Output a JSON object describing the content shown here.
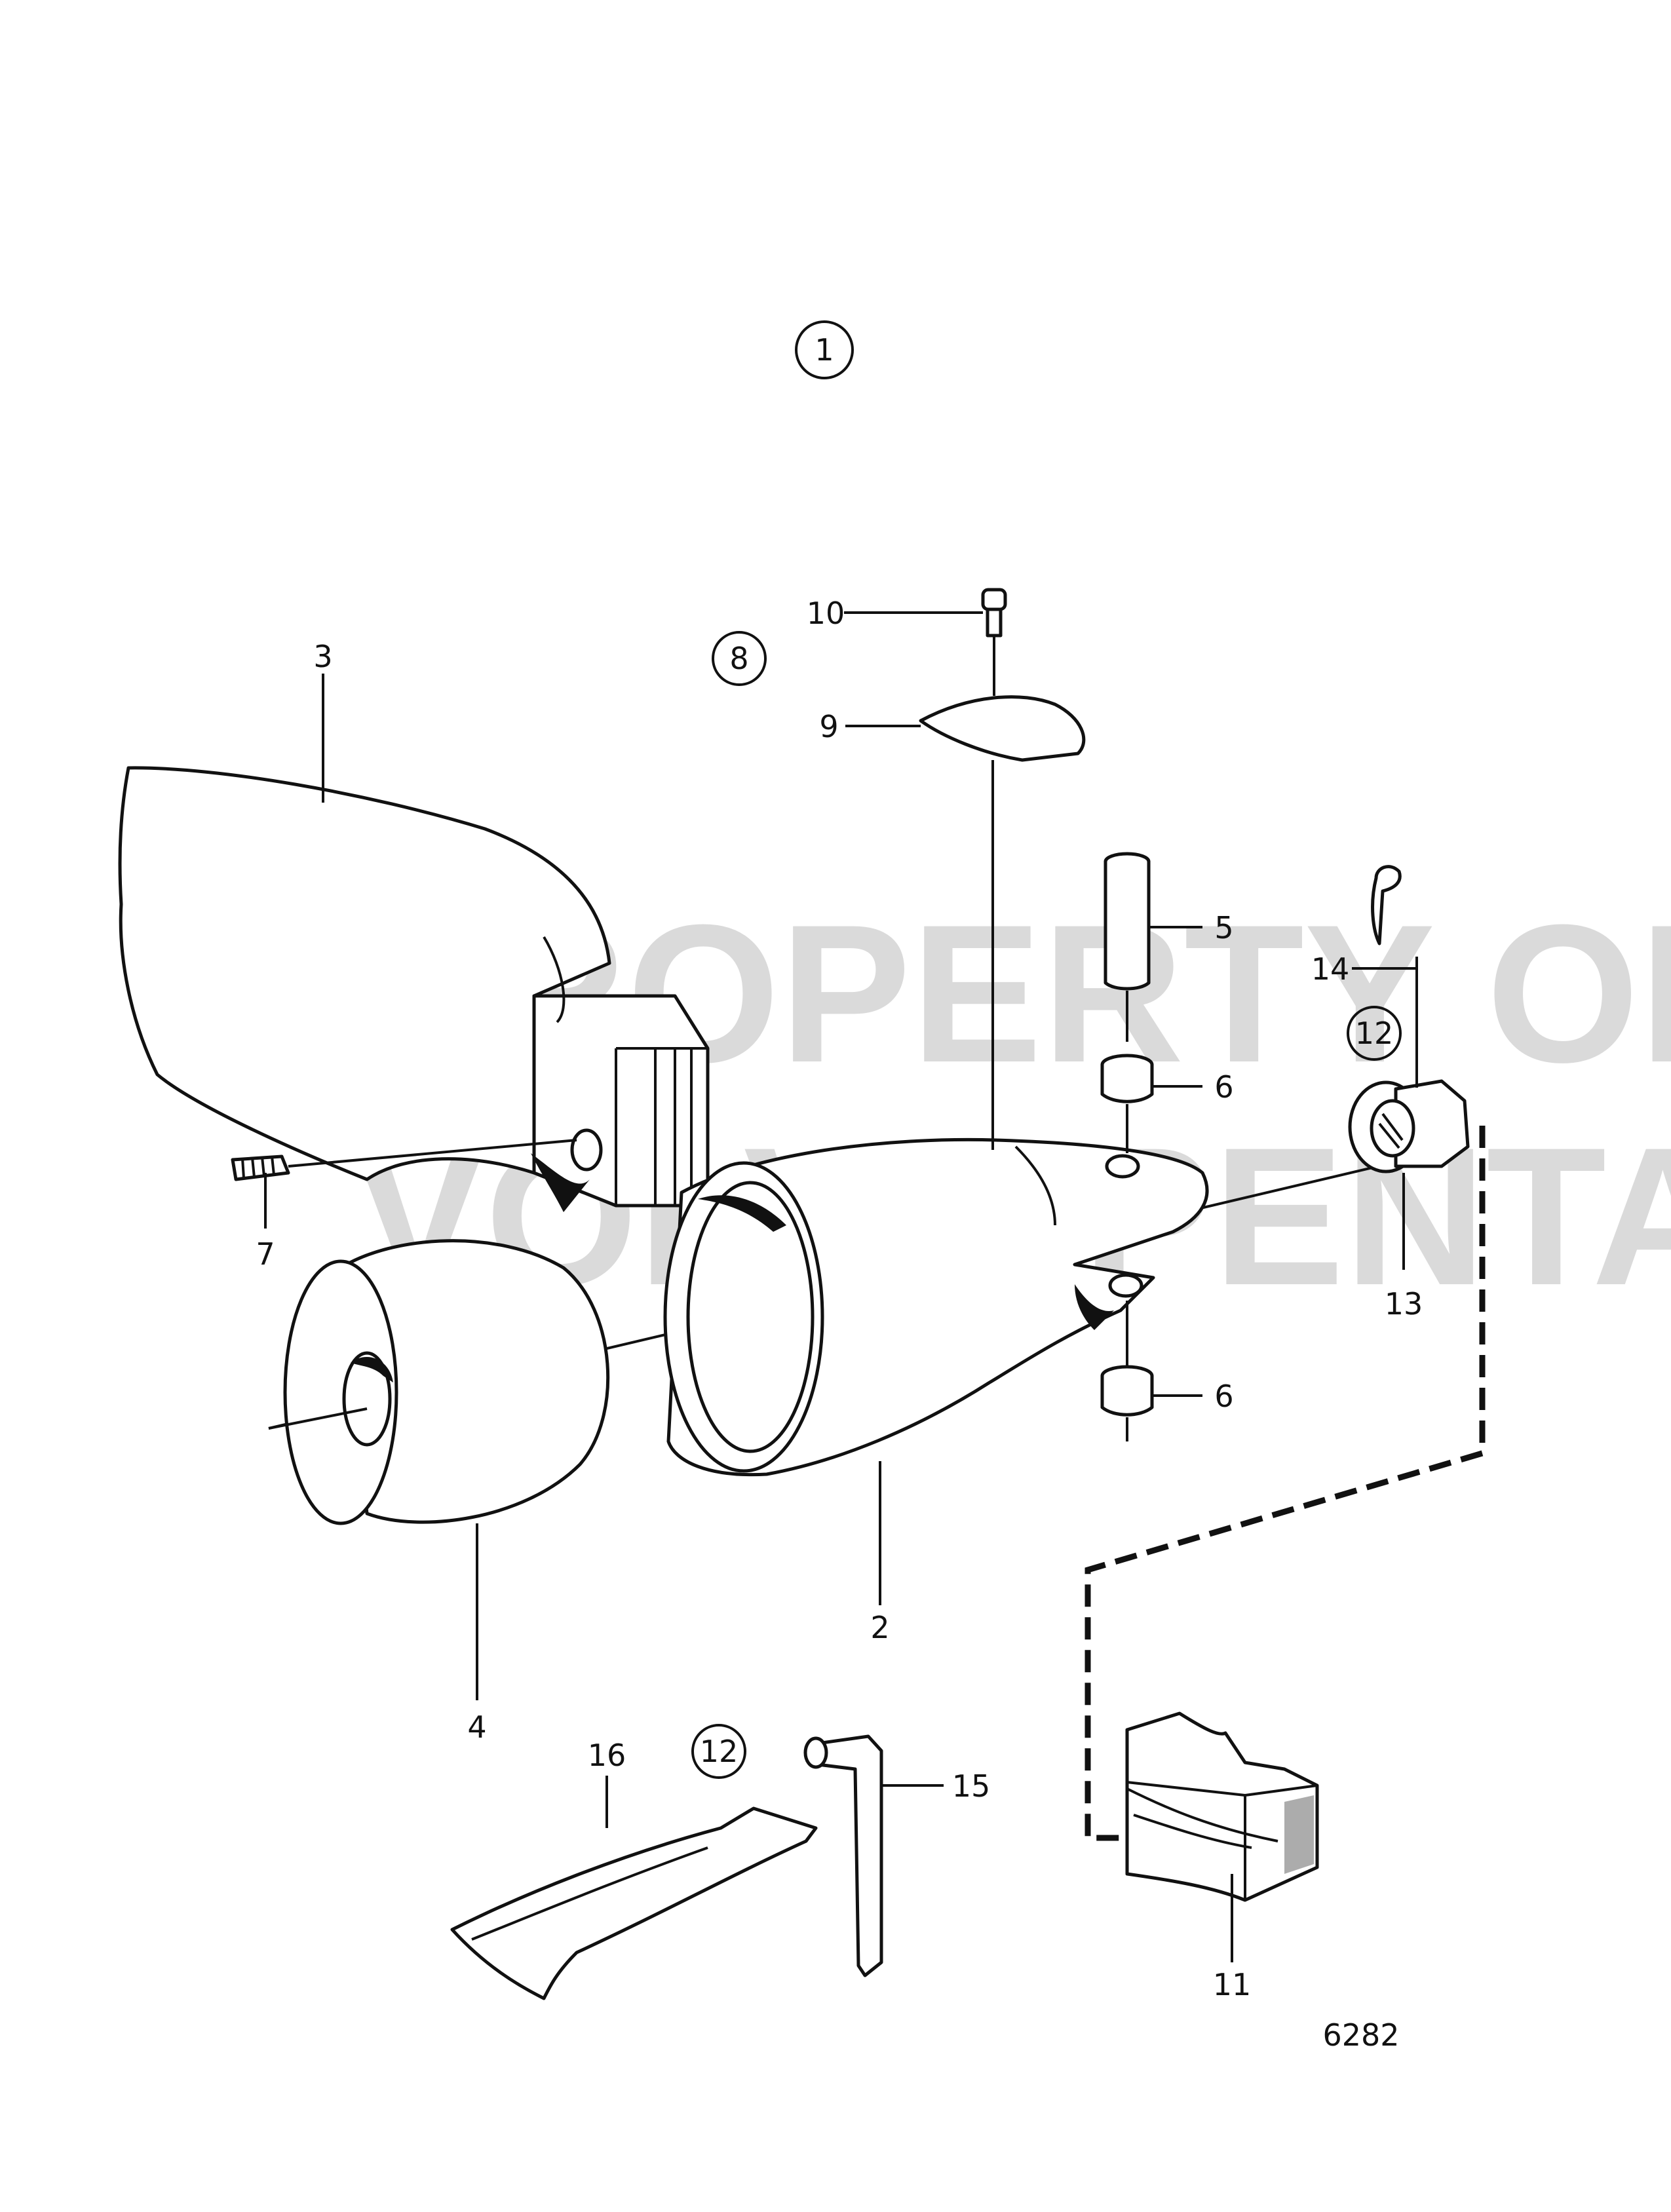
{
  "watermark": {
    "line1": "PROPERTY OF",
    "line2": "VOLVO PENTA"
  },
  "drawing_number": "6282",
  "callouts": {
    "assembly": "1",
    "group_8": "8",
    "group_12_upper": "12",
    "group_12_lower": "12",
    "part_2": "2",
    "part_3": "3",
    "part_4": "4",
    "part_5": "5",
    "part_6_upper": "6",
    "part_6_lower": "6",
    "part_7": "7",
    "part_9": "9",
    "part_10": "10",
    "part_11": "11",
    "part_13": "13",
    "part_14": "14",
    "part_15": "15",
    "part_16": "16"
  }
}
